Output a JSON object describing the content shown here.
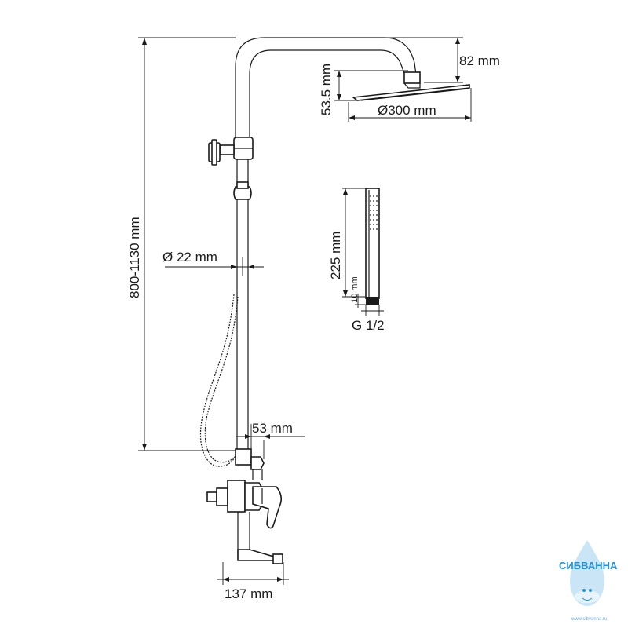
{
  "diagram": {
    "dimensions": {
      "height_range": "800-1130 mm",
      "pipe_diameter": "Ø 22 mm",
      "shower_head_height": "82 mm",
      "shower_head_thickness": "53.5 mm",
      "shower_head_diameter": "Ø300 mm",
      "hand_shower_length": "225 mm",
      "hand_shower_thread_length": "10 mm",
      "hand_shower_thread": "G 1/2",
      "bracket_offset": "53 mm",
      "spout_width": "137 mm"
    },
    "logo": {
      "text": "СИБВАННА",
      "url": "www.sibvanna.ru"
    }
  }
}
